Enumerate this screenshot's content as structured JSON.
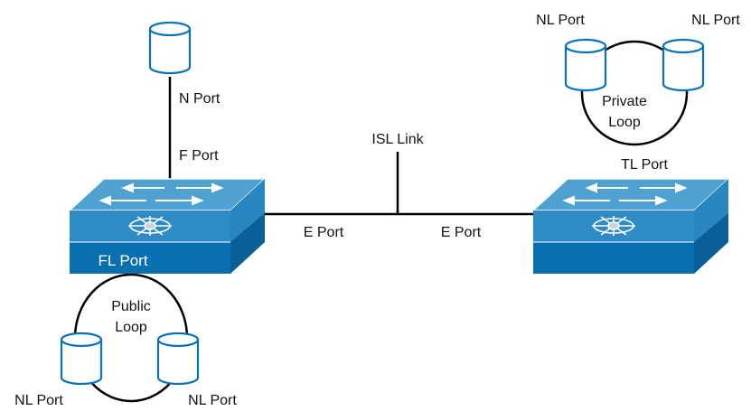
{
  "labels": {
    "n_port": "N Port",
    "f_port": "F Port",
    "fl_port": "FL Port",
    "isl_link": "ISL Link",
    "e_port_left": "E Port",
    "e_port_right": "E Port",
    "tl_port": "TL Port",
    "private_loop_line1": "Private",
    "private_loop_line2": "Loop",
    "public_loop_line1": "Public",
    "public_loop_line2": "Loop",
    "nl_port_top_left": "NL Port",
    "nl_port_top_right": "NL Port",
    "nl_port_bottom_left": "NL Port",
    "nl_port_bottom_right": "NL Port"
  },
  "icons": {
    "switch": "fabric-switch-icon",
    "storage": "storage-cylinder-icon"
  },
  "colors": {
    "switch_top": "#4fa2cf",
    "switch_front_upper": "#2e8bc6",
    "switch_front_lower": "#0a6fb0",
    "storage_outline": "#0a72b6",
    "line": "#000000"
  }
}
